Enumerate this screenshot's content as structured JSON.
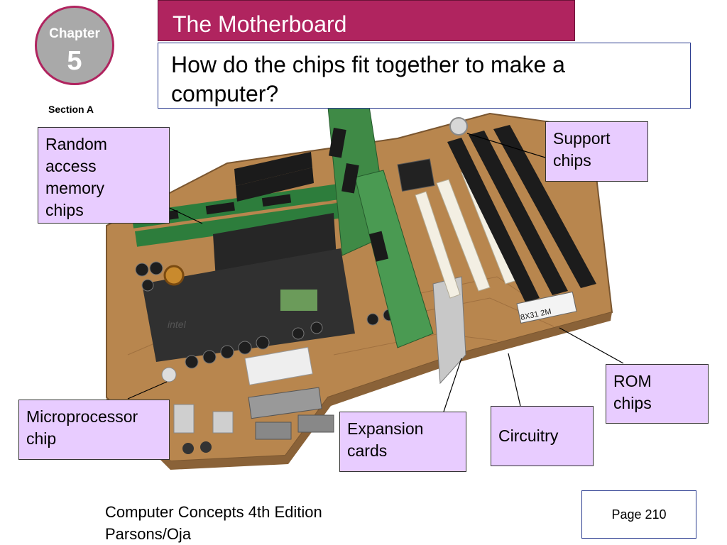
{
  "chapter": {
    "label": "Chapter",
    "number": "5"
  },
  "section": "Section A",
  "title": "The Motherboard",
  "subtitle": "How do the chips fit together to make a computer?",
  "callouts": {
    "ram": "Random\naccess\nmemory\nchips",
    "support": "Support\nchips",
    "rom": "ROM\nchips",
    "microprocessor": "Microprocessor\nchip",
    "expansion": "Expansion\ncards",
    "circuitry": "Circuitry"
  },
  "board_labels": {
    "cpu_brand": "intel",
    "chip_code": "8X31 2M"
  },
  "footer": {
    "book": "Computer Concepts 4th Edition\nParsons/Oja",
    "page": "Page 210"
  },
  "colors": {
    "accent": "#b0245f",
    "callout_fill": "#e8ccff",
    "board": "#b8864e",
    "border_blue": "#2a3b8f"
  }
}
